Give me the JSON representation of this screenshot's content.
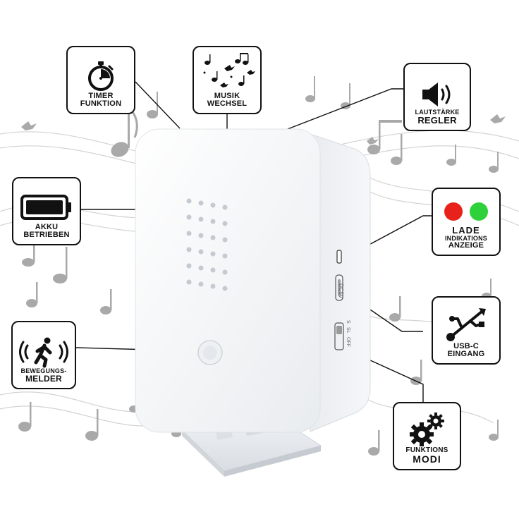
{
  "callouts": {
    "timer": {
      "line1": "TIMER",
      "line2": "FUNKTION",
      "icon": "stopwatch-icon"
    },
    "musik": {
      "line1": "MUSIK",
      "line2": "WECHSEL",
      "icon": "music-notes-icon"
    },
    "lautstaerke": {
      "line1": "LAUTSTÄRKE",
      "line2": "REGLER",
      "icon": "speaker-icon"
    },
    "akku": {
      "line1": "AKKU",
      "line2": "BETRIEBEN",
      "icon": "battery-icon"
    },
    "lade": {
      "line1": "LADE",
      "line2": "INDIKATIONS",
      "line3": "ANZEIGE",
      "icon": "indicator-lights-icon",
      "colors": [
        "#e8221b",
        "#2fd13a"
      ]
    },
    "usb": {
      "line1": "USB-C",
      "line2": "EINGANG",
      "icon": "usb-icon"
    },
    "bewegung": {
      "line1": "BEWEGUNGS-",
      "line2": "MELDER",
      "icon": "motion-sensor-icon"
    },
    "modi": {
      "line1": "FUNKTIONS",
      "line2": "MODI",
      "icon": "gears-icon"
    }
  },
  "device": {
    "port_label": "DC5V",
    "switch_labels": [
      "S",
      "SL",
      "OFF"
    ]
  },
  "colors": {
    "device_body": "#f4f6f8",
    "outline": "#111111",
    "note_gray": "#a9a9a9"
  }
}
